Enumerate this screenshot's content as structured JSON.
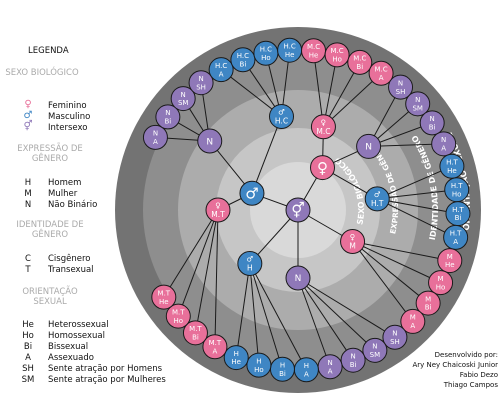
{
  "legend": {
    "title": "LEGENDA",
    "sections": [
      {
        "heading": "SEXO BIOLÓGICO",
        "items": [
          {
            "key": "♀",
            "label": "Feminino",
            "color": "#e8709a"
          },
          {
            "key": "♂",
            "label": "Masculino",
            "color": "#3f86c4"
          },
          {
            "key": "⚥",
            "label": "Intersexo",
            "color": "#8f78b8"
          }
        ]
      },
      {
        "heading": "EXPRESSÃO DE GÊNERO",
        "items": [
          {
            "key": "H",
            "label": "Homem"
          },
          {
            "key": "M",
            "label": "Mulher"
          },
          {
            "key": "N",
            "label": "Não Binário"
          }
        ]
      },
      {
        "heading": "IDENTIDADE DE GÊNERO",
        "items": [
          {
            "key": "C",
            "label": "Cisgênero"
          },
          {
            "key": "T",
            "label": "Transexual"
          }
        ]
      },
      {
        "heading": "ORIENTAÇÃO SEXUAL",
        "items": [
          {
            "key": "He",
            "label": "Heterossexual"
          },
          {
            "key": "Ho",
            "label": "Homossexual"
          },
          {
            "key": "Bi",
            "label": "Bissexual"
          },
          {
            "key": "A",
            "label": "Assexuado"
          },
          {
            "key": "SH",
            "label": "Sente atração por Homens"
          },
          {
            "key": "SM",
            "label": "Sente atração por Mulheres"
          }
        ]
      }
    ]
  },
  "credits": [
    "Desenvolvido por:",
    "Ary Ney Chaicoski Junior",
    "Fabio Dezo",
    "Thiago Campos"
  ],
  "ring_labels": {
    "bio": "SEXO BIOLÓGICO",
    "expr": "EXPRESSÃO DE GÊNERO",
    "ident": "IDENTIDADE DE GÊNERO",
    "orient": "ORIENTAÇÃO SEXUAL"
  },
  "colors": {
    "pink": "#e8709a",
    "blue": "#3f86c4",
    "purple": "#8f78b8",
    "ring_outer": "#737373",
    "ring_3": "#8e8e8e",
    "ring_2": "#acacac",
    "ring_1": "#c6c6c6",
    "core": "#d9d9d9"
  },
  "diagram": {
    "center": {
      "symbol": "⚥",
      "color": "purple"
    },
    "bio": [
      {
        "id": "male",
        "symbol": "♂",
        "color": "blue"
      },
      {
        "id": "female",
        "symbol": "♀",
        "color": "pink"
      }
    ],
    "expr": [
      {
        "id": "male-n",
        "parent": "male",
        "text": "N",
        "color": "purple"
      },
      {
        "id": "male-hc",
        "parent": "male",
        "text": "H.C",
        "sym": "♂",
        "color": "blue"
      },
      {
        "id": "female-mc",
        "parent": "female",
        "text": "M.C",
        "sym": "♀",
        "color": "pink"
      },
      {
        "id": "female-n",
        "parent": "female",
        "text": "N",
        "color": "purple"
      },
      {
        "id": "female-ht",
        "parent": "female",
        "text": "H.T",
        "sym": "♂",
        "color": "blue"
      },
      {
        "id": "female-m",
        "parent": "center",
        "text": "M",
        "sym": "♀",
        "color": "pink"
      },
      {
        "id": "center-n",
        "parent": "center",
        "text": "N",
        "color": "purple"
      },
      {
        "id": "male-h",
        "parent": "center",
        "text": "H",
        "sym": "♂",
        "color": "blue"
      },
      {
        "id": "male-mt",
        "parent": "male",
        "text": "M.T",
        "sym": "♀",
        "color": "pink"
      }
    ],
    "orient": [
      {
        "parent": "male-n",
        "l1": "N",
        "l2": "A",
        "color": "purple"
      },
      {
        "parent": "male-n",
        "l1": "N",
        "l2": "Bi",
        "color": "purple"
      },
      {
        "parent": "male-n",
        "l1": "N",
        "l2": "SM",
        "color": "purple"
      },
      {
        "parent": "male-n",
        "l1": "N",
        "l2": "SH",
        "color": "purple"
      },
      {
        "parent": "male-hc",
        "l1": "H.C",
        "l2": "A",
        "color": "blue"
      },
      {
        "parent": "male-hc",
        "l1": "H.C",
        "l2": "Bi",
        "color": "blue"
      },
      {
        "parent": "male-hc",
        "l1": "H.C",
        "l2": "Ho",
        "color": "blue"
      },
      {
        "parent": "male-hc",
        "l1": "H.C",
        "l2": "He",
        "color": "blue"
      },
      {
        "parent": "female-mc",
        "l1": "M.C",
        "l2": "He",
        "color": "pink"
      },
      {
        "parent": "female-mc",
        "l1": "M.C",
        "l2": "Ho",
        "color": "pink"
      },
      {
        "parent": "female-mc",
        "l1": "M.C",
        "l2": "Bi",
        "color": "pink"
      },
      {
        "parent": "female-mc",
        "l1": "M.C",
        "l2": "A",
        "color": "pink"
      },
      {
        "parent": "female-n",
        "l1": "N",
        "l2": "SH",
        "color": "purple"
      },
      {
        "parent": "female-n",
        "l1": "N",
        "l2": "SM",
        "color": "purple"
      },
      {
        "parent": "female-n",
        "l1": "N",
        "l2": "Bi",
        "color": "purple"
      },
      {
        "parent": "female-n",
        "l1": "N",
        "l2": "A",
        "color": "purple"
      },
      {
        "parent": "female-ht",
        "l1": "H.T",
        "l2": "He",
        "color": "blue"
      },
      {
        "parent": "female-ht",
        "l1": "H.T",
        "l2": "Ho",
        "color": "blue"
      },
      {
        "parent": "female-ht",
        "l1": "H.T",
        "l2": "Bi",
        "color": "blue"
      },
      {
        "parent": "female-ht",
        "l1": "H.T",
        "l2": "A",
        "color": "blue"
      },
      {
        "parent": "female-m",
        "l1": "M",
        "l2": "He",
        "color": "pink"
      },
      {
        "parent": "female-m",
        "l1": "M",
        "l2": "Ho",
        "color": "pink"
      },
      {
        "parent": "female-m",
        "l1": "M",
        "l2": "Bi",
        "color": "pink"
      },
      {
        "parent": "female-m",
        "l1": "M",
        "l2": "A",
        "color": "pink"
      },
      {
        "parent": "center-n",
        "l1": "N",
        "l2": "SH",
        "color": "purple"
      },
      {
        "parent": "center-n",
        "l1": "N",
        "l2": "SM",
        "color": "purple"
      },
      {
        "parent": "center-n",
        "l1": "N",
        "l2": "Bi",
        "color": "purple"
      },
      {
        "parent": "center-n",
        "l1": "N",
        "l2": "A",
        "color": "purple"
      },
      {
        "parent": "male-h",
        "l1": "H",
        "l2": "A",
        "color": "blue"
      },
      {
        "parent": "male-h",
        "l1": "H",
        "l2": "Bi",
        "color": "blue"
      },
      {
        "parent": "male-h",
        "l1": "H",
        "l2": "Ho",
        "color": "blue"
      },
      {
        "parent": "male-h",
        "l1": "H",
        "l2": "He",
        "color": "blue"
      },
      {
        "parent": "male-mt",
        "l1": "M.T",
        "l2": "A",
        "color": "pink"
      },
      {
        "parent": "male-mt",
        "l1": "M.T",
        "l2": "Bi",
        "color": "pink"
      },
      {
        "parent": "male-mt",
        "l1": "M.T",
        "l2": "Ho",
        "color": "pink"
      },
      {
        "parent": "male-mt",
        "l1": "M.T",
        "l2": "He",
        "color": "pink"
      }
    ]
  }
}
